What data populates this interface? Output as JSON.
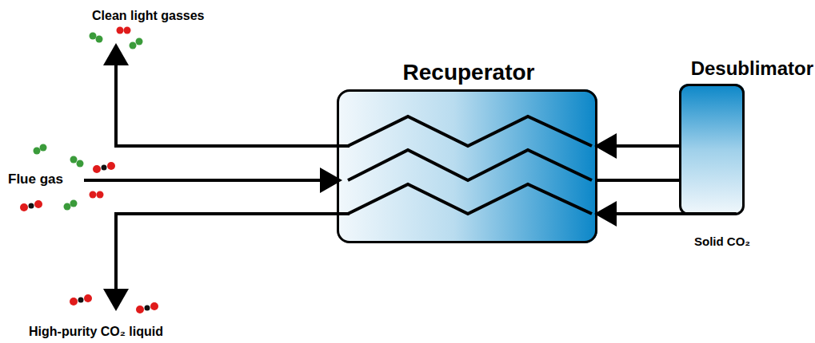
{
  "diagram": {
    "nodes": [
      {
        "text": [
          "Recuperator"
        ]
      },
      {
        "text": [
          "Desublimator"
        ]
      }
    ],
    "edges": [
      {
        "from": 1,
        "to": 0,
        "arrow": "to"
      },
      {
        "from": 0,
        "to": 1,
        "arrow": "none"
      },
      {
        "from": 1,
        "to": 0,
        "arrow": "to"
      }
    ],
    "labels": [
      "Clean light gasses",
      "Flue gas",
      "High-purity CO₂ liquid",
      "Solid CO₂"
    ]
  }
}
